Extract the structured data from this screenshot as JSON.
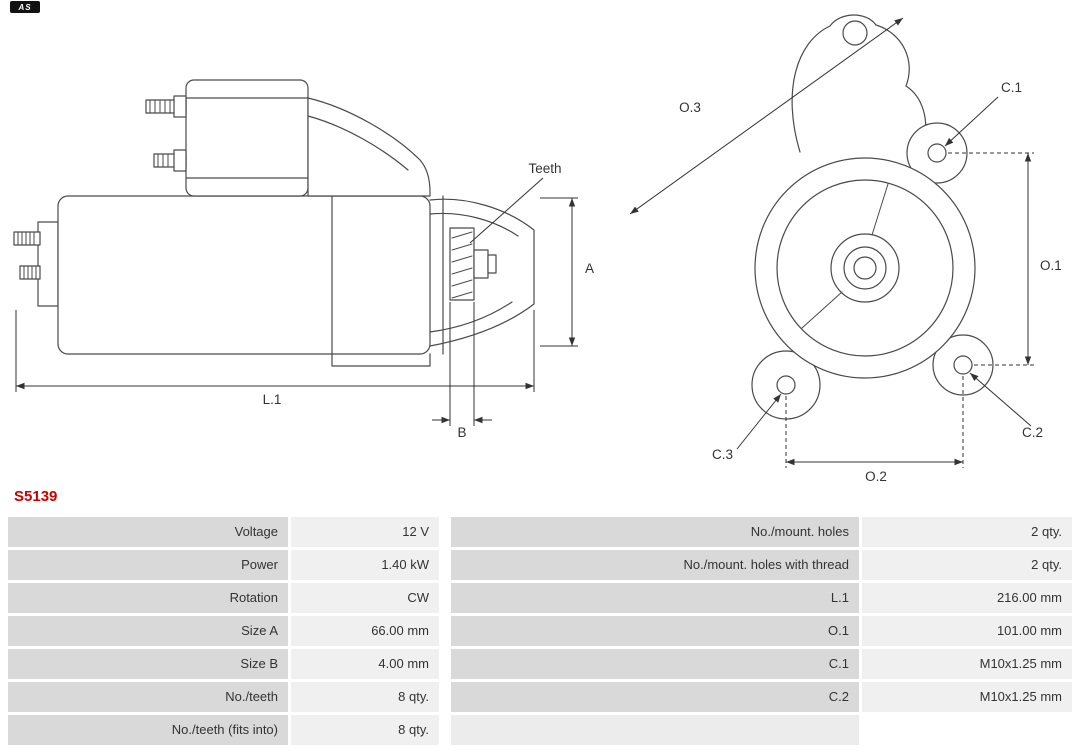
{
  "page": {
    "part_number": "S5139",
    "accent_color": "#cc0000"
  },
  "logo": {
    "text": "AS"
  },
  "diagram": {
    "labels": {
      "teeth": "Teeth",
      "a": "A",
      "b": "B",
      "l1": "L.1",
      "o1": "O.1",
      "o2": "O.2",
      "o3": "O.3",
      "c1": "C.1",
      "c2": "C.2",
      "c3": "C.3"
    }
  },
  "table": {
    "colors": {
      "label_bg": "#d9d9d9",
      "value_bg": "#f0f0f0"
    },
    "rows": [
      {
        "l_label": "Voltage",
        "l_value": "12 V",
        "r_label": "No./mount. holes",
        "r_value": "2 qty."
      },
      {
        "l_label": "Power",
        "l_value": "1.40 kW",
        "r_label": "No./mount. holes with thread",
        "r_value": "2 qty."
      },
      {
        "l_label": "Rotation",
        "l_value": "CW",
        "r_label": "L.1",
        "r_value": "216.00 mm"
      },
      {
        "l_label": "Size A",
        "l_value": "66.00 mm",
        "r_label": "O.1",
        "r_value": "101.00 mm"
      },
      {
        "l_label": "Size B",
        "l_value": "4.00 mm",
        "r_label": "C.1",
        "r_value": "M10x1.25 mm"
      },
      {
        "l_label": "No./teeth",
        "l_value": "8 qty.",
        "r_label": "C.2",
        "r_value": "M10x1.25 mm"
      },
      {
        "l_label": "No./teeth (fits into)",
        "l_value": "8 qty.",
        "r_label": "",
        "r_value": ""
      }
    ]
  }
}
